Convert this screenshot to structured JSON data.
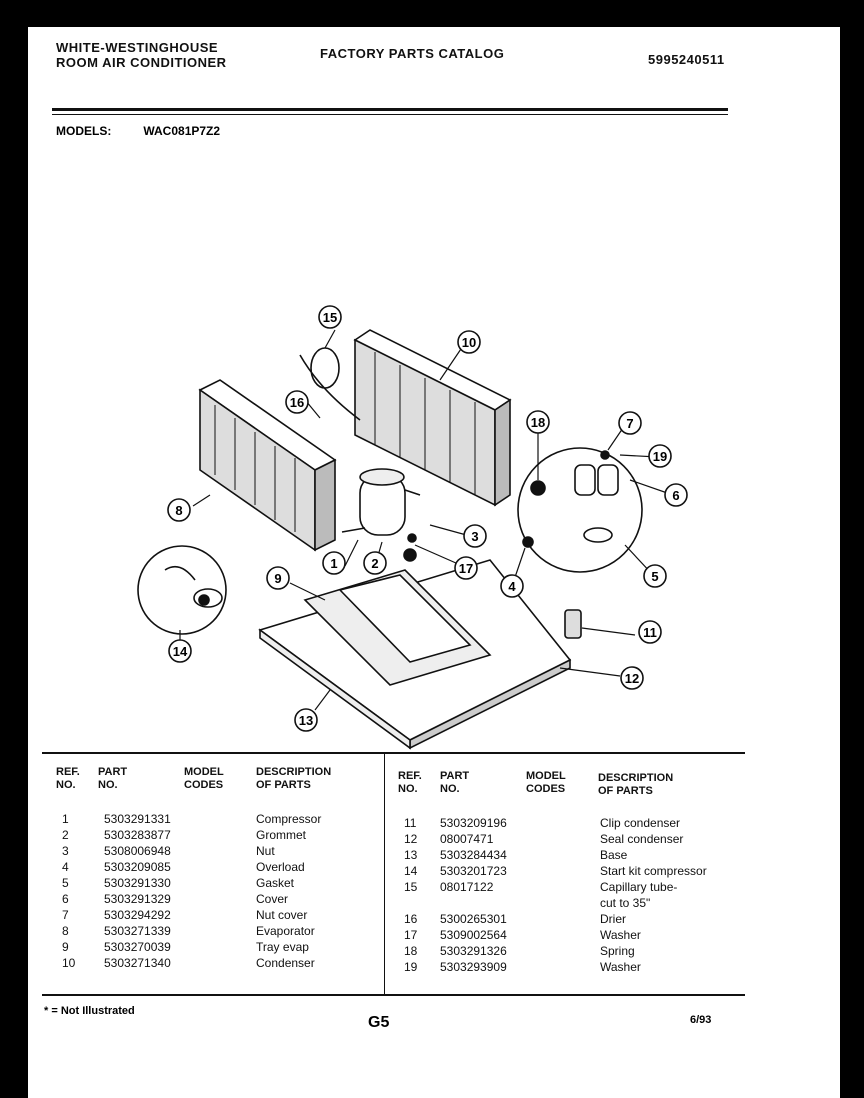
{
  "header": {
    "brand_line1": "WHITE-WESTINGHOUSE",
    "brand_line2": "ROOM AIR CONDITIONER",
    "catalog_title": "FACTORY PARTS CATALOG",
    "catalog_number": "5995240511"
  },
  "models": {
    "label": "MODELS:",
    "value": "WAC081P7Z2"
  },
  "diagram": {
    "callouts": [
      "1",
      "2",
      "3",
      "4",
      "5",
      "6",
      "7",
      "8",
      "9",
      "10",
      "11",
      "12",
      "13",
      "14",
      "15",
      "16",
      "17",
      "18",
      "19"
    ]
  },
  "table": {
    "headers": {
      "ref": "REF.",
      "no": "NO.",
      "part": "PART",
      "partno": "NO.",
      "model": "MODEL",
      "codes": "CODES",
      "desc": "DESCRIPTION",
      "ofparts": "OF PARTS"
    },
    "left": [
      {
        "ref": "1",
        "part": "5303291331",
        "desc": "Compressor"
      },
      {
        "ref": "2",
        "part": "5303283877",
        "desc": "Grommet"
      },
      {
        "ref": "3",
        "part": "5308006948",
        "desc": "Nut"
      },
      {
        "ref": "4",
        "part": "5303209085",
        "desc": "Overload"
      },
      {
        "ref": "5",
        "part": "5303291330",
        "desc": "Gasket"
      },
      {
        "ref": "6",
        "part": "5303291329",
        "desc": "Cover"
      },
      {
        "ref": "7",
        "part": "5303294292",
        "desc": "Nut cover"
      },
      {
        "ref": "8",
        "part": "5303271339",
        "desc": "Evaporator"
      },
      {
        "ref": "9",
        "part": "5303270039",
        "desc": "Tray evap"
      },
      {
        "ref": "10",
        "part": "5303271340",
        "desc": "Condenser"
      }
    ],
    "right": [
      {
        "ref": "11",
        "part": "5303209196",
        "desc": "Clip condenser"
      },
      {
        "ref": "12",
        "part": "08007471",
        "desc": "Seal condenser"
      },
      {
        "ref": "13",
        "part": "5303284434",
        "desc": "Base"
      },
      {
        "ref": "14",
        "part": "5303201723",
        "desc": "Start kit compressor"
      },
      {
        "ref": "15",
        "part": "08017122",
        "desc": "Capillary tube-"
      },
      {
        "ref": "",
        "part": "",
        "desc": "cut to 35\""
      },
      {
        "ref": "16",
        "part": "5300265301",
        "desc": "Drier"
      },
      {
        "ref": "17",
        "part": "5309002564",
        "desc": "Washer"
      },
      {
        "ref": "18",
        "part": "5303291326",
        "desc": "Spring"
      },
      {
        "ref": "19",
        "part": "5303293909",
        "desc": "Washer"
      }
    ]
  },
  "footer": {
    "note": "* = Not Illustrated",
    "page": "G5",
    "date": "6/93"
  }
}
